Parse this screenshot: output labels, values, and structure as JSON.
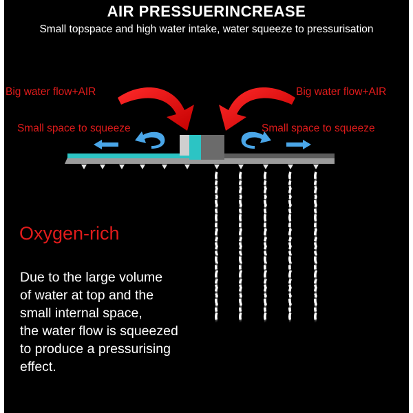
{
  "header": {
    "title": "AIR PRESSUERINCREASE",
    "subtitle": "Small topspace and high water intake, water squeeze to pressurisation"
  },
  "labels": {
    "flow_left": "Big water flow+AIR",
    "flow_right": "Big water flow+AIR",
    "squeeze_left": "Small space to squeeze",
    "squeeze_right": "Small space to squeeze"
  },
  "benefit": {
    "title": "Oxygen-rich",
    "description": "Due to the large volume\nof water at top and the\nsmall internal space,\nthe water flow is squeezed\nto produce a pressurising\neffect."
  },
  "colors": {
    "background": "#000000",
    "accent_red": "#e01b1b",
    "arrow_blue": "#4aa6e8",
    "water_teal": "#2cc4c4",
    "plate_gray": "#6b6b6b"
  },
  "diagram": {
    "left_nozzle_count": 6,
    "right_nozzle_count": 5,
    "water_stream_count": 5
  }
}
